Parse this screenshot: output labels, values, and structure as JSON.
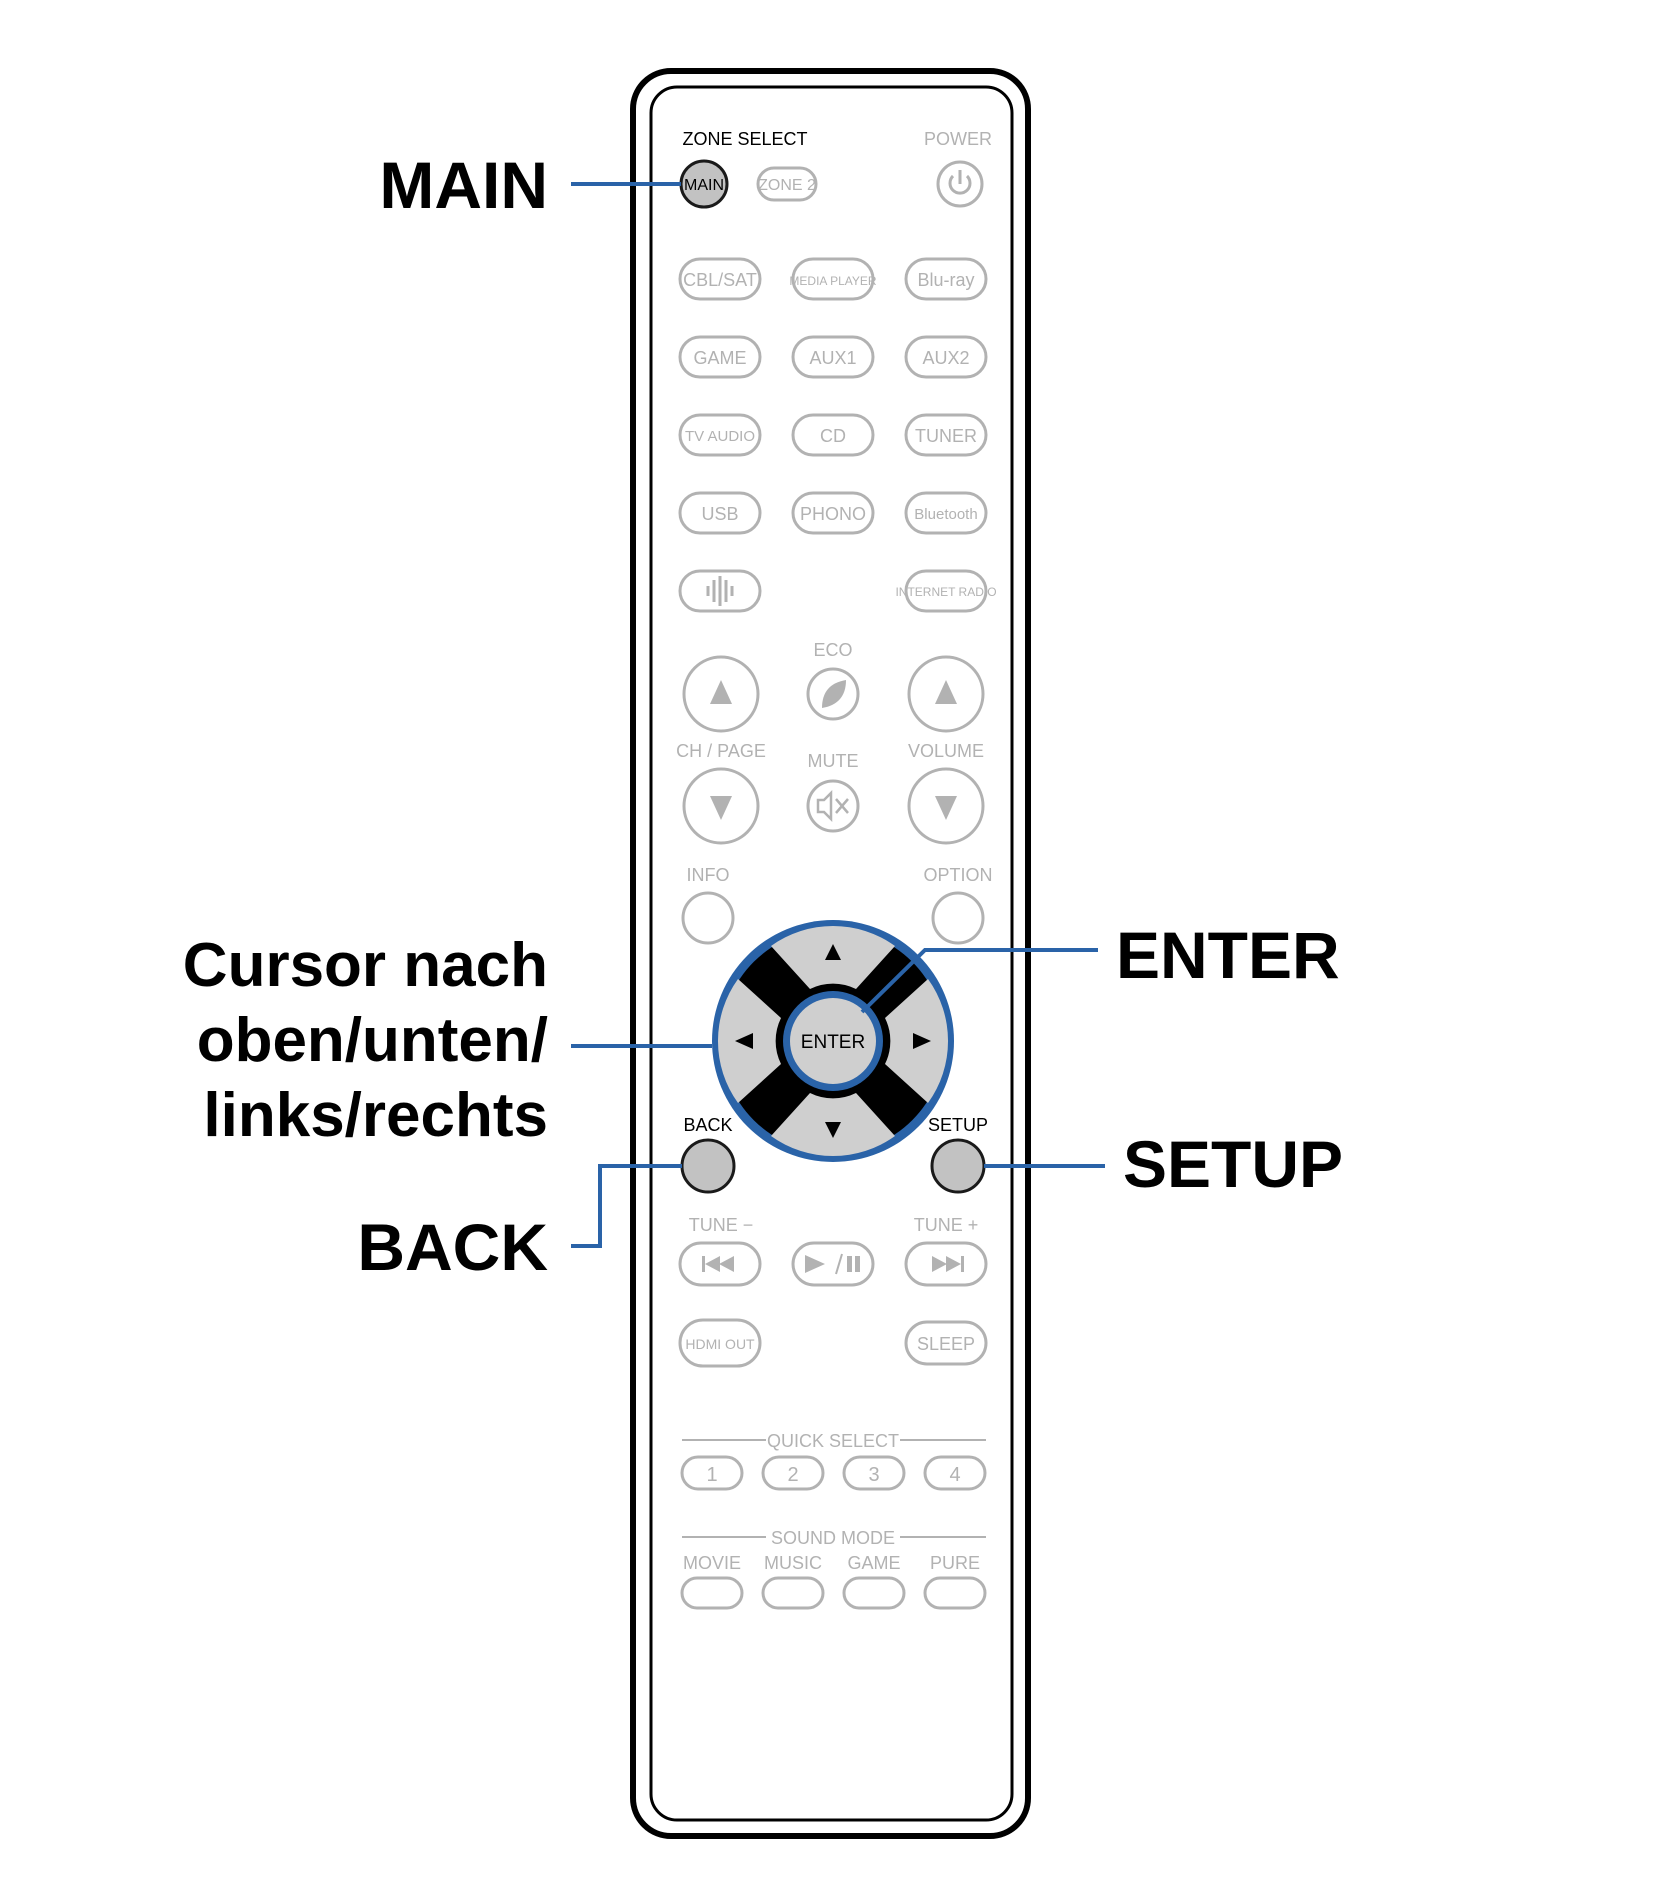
{
  "colors": {
    "outline": "#000000",
    "faded": "#b2b2b2",
    "highlight_fill": "#c2c2c2",
    "highlight_stroke": "#1a1a1a",
    "blue": "#2a63a8",
    "dpad_fill": "#cfcfcf",
    "dpad_dark": "#000000"
  },
  "callouts": {
    "main": "MAIN",
    "cursor": "Cursor nach\noben/unten/\nlinks/rechts",
    "back": "BACK",
    "enter": "ENTER",
    "setup": "SETUP"
  },
  "remote": {
    "zone_select": "ZONE SELECT",
    "power": "POWER",
    "main": "MAIN",
    "zone2": "ZONE 2",
    "source_row1": [
      "CBL/SAT",
      "MEDIA PLAYER",
      "Blu-ray"
    ],
    "source_row2": [
      "GAME",
      "AUX1",
      "AUX2"
    ],
    "source_row3": [
      "TV AUDIO",
      "CD",
      "TUNER"
    ],
    "source_row4": [
      "USB",
      "PHONO",
      "Bluetooth"
    ],
    "internet_radio": "INTERNET RADIO",
    "eco": "ECO",
    "ch_page": "CH / PAGE",
    "mute": "MUTE",
    "volume": "VOLUME",
    "info": "INFO",
    "option": "OPTION",
    "enter": "ENTER",
    "back": "BACK",
    "setup": "SETUP",
    "tune_minus": "TUNE −",
    "tune_plus": "TUNE +",
    "hdmi_out": "HDMI OUT",
    "sleep": "SLEEP",
    "quick_select": "QUICK SELECT",
    "quick_buttons": [
      "1",
      "2",
      "3",
      "4"
    ],
    "sound_mode": "SOUND MODE",
    "sound_modes": [
      "MOVIE",
      "MUSIC",
      "GAME",
      "PURE"
    ]
  }
}
